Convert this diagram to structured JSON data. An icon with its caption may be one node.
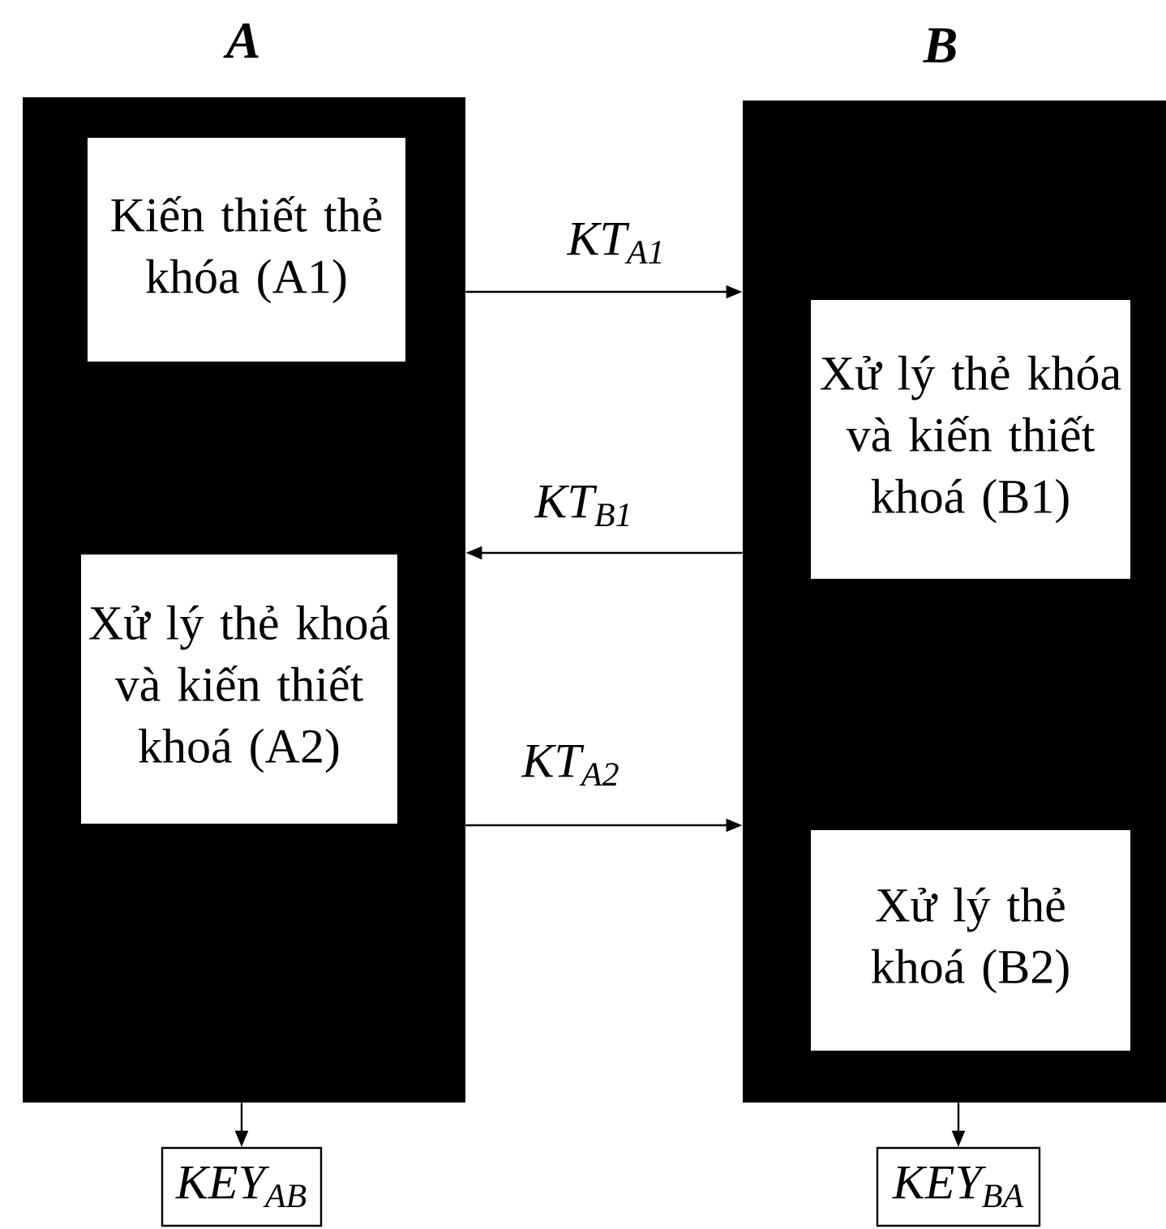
{
  "diagram": {
    "nodes": [
      {
        "text": [
          "A"
        ]
      },
      {
        "text": [
          "Kiến thiết thẻ khóa (A1)"
        ],
        "in": 0
      },
      {
        "text": [
          "Xử lý thẻ khoá và kiến thiết khoá (A2)"
        ],
        "in": 0
      },
      {
        "text": [
          "B"
        ]
      },
      {
        "text": [
          "Xử lý thẻ khóa và kiến thiết khoá (B1)"
        ],
        "in": 3
      },
      {
        "text": [
          "Xử lý thẻ khoá (B2)"
        ],
        "in": 3
      },
      {
        "text": [
          "KEY$_{AB}$"
        ]
      },
      {
        "text": [
          "KEY$_{BA}$"
        ]
      }
    ],
    "edges": [
      {
        "from": 0,
        "to": 3,
        "arrow": "to",
        "label": "KT$_{A1}$"
      },
      {
        "from": 3,
        "to": 0,
        "arrow": "to",
        "label": "KT$_{B1}$"
      },
      {
        "from": 0,
        "to": 3,
        "arrow": "to",
        "label": "KT$_{A2}$"
      },
      {
        "from": 0,
        "to": 6,
        "arrow": "to"
      },
      {
        "from": 3,
        "to": 7,
        "arrow": "to"
      }
    ]
  }
}
